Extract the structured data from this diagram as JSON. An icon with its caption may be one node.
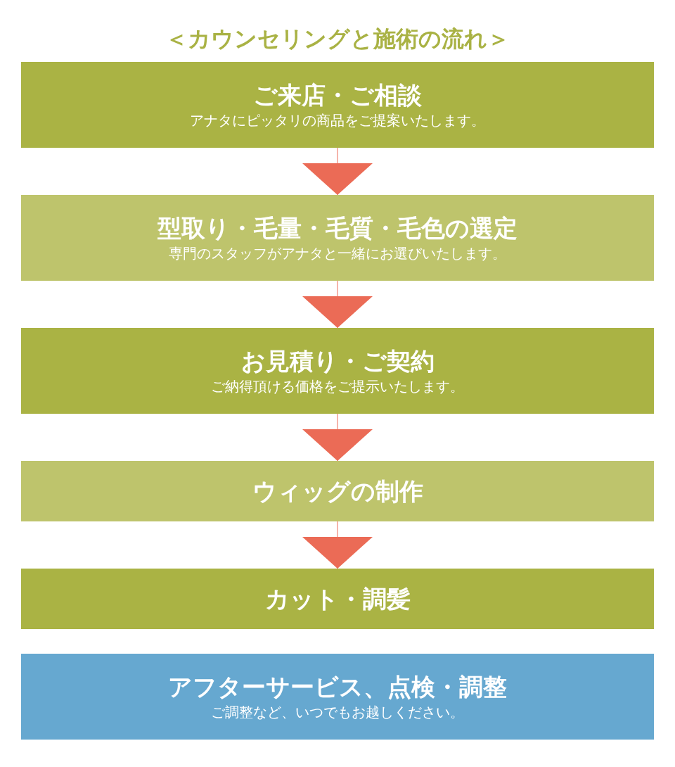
{
  "diagram": {
    "title": "＜カウンセリングと施術の流れ＞",
    "nodes": [
      {
        "text": [
          "ご来店・ご相談",
          "アナタにピッタリの商品をご提案いたします。"
        ]
      },
      {
        "text": [
          "型取り・毛量・毛質・毛色の選定",
          "専門のスタッフがアナタと一緒にお選びいたします。"
        ]
      },
      {
        "text": [
          "お見積り・ご契約",
          "ご納得頂ける価格をご提示いたします。"
        ]
      },
      {
        "text": [
          "ウィッグの制作"
        ]
      },
      {
        "text": [
          "カット・調髪"
        ]
      },
      {
        "text": [
          "アフターサービス、点検・調整",
          "ご調整など、いつでもお越しください。"
        ]
      }
    ],
    "edges": [
      {
        "from": 0,
        "to": 1,
        "arrow": "to"
      },
      {
        "from": 1,
        "to": 2,
        "arrow": "to"
      },
      {
        "from": 2,
        "to": 3,
        "arrow": "to"
      },
      {
        "from": 3,
        "to": 4,
        "arrow": "to"
      }
    ]
  }
}
